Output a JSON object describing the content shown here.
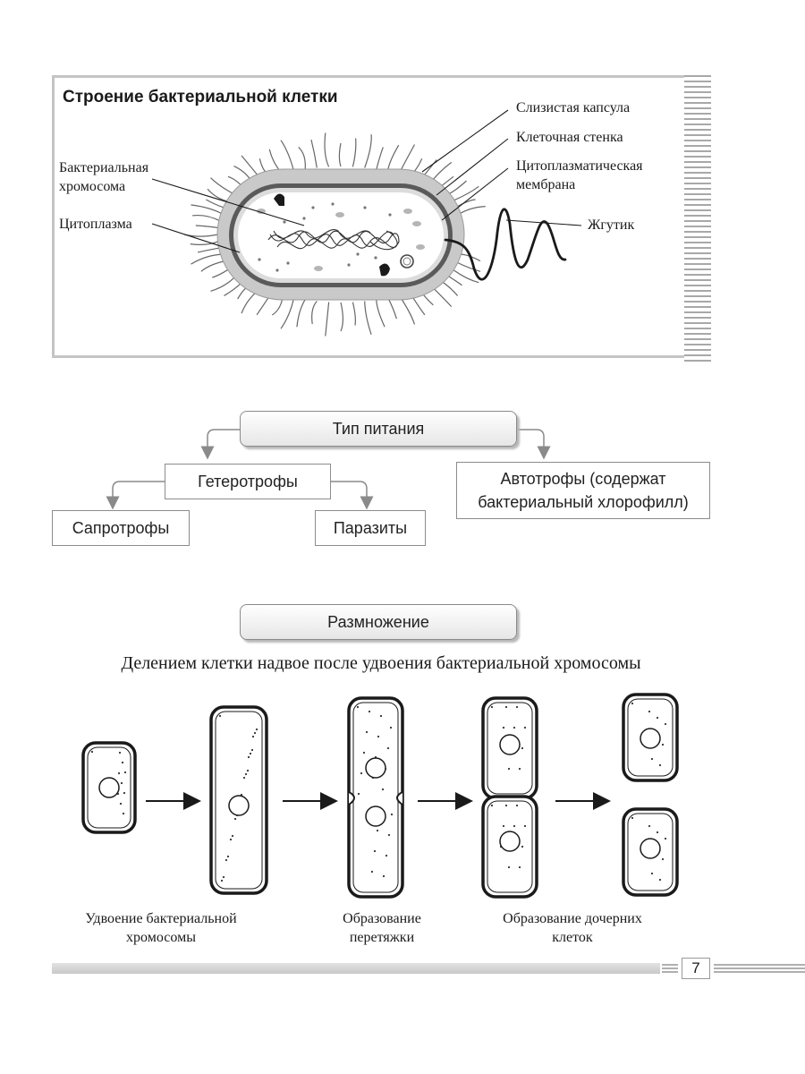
{
  "structure": {
    "title": "Строение бактериальной клетки",
    "labels": {
      "capsule": "Слизистая капсула",
      "cell_wall": "Клеточная стенка",
      "membrane_line1": "Цитоплазматическая",
      "membrane_line2": "мембрана",
      "flagellum": "Жгутик",
      "chromosome_line1": "Бактериальная",
      "chromosome_line2": "хромосома",
      "cytoplasm": "Цитоплазма"
    }
  },
  "nutrition": {
    "root": "Тип питания",
    "heterotrophs": "Гетеротрофы",
    "autotrophs_line1": "Автотрофы (содержат",
    "autotrophs_line2": "бактериальный хлорофилл)",
    "saprotrophs": "Сапротрофы",
    "parasites": "Паразиты"
  },
  "reproduction": {
    "title": "Размножение",
    "sentence": "Делением клетки надвое после удвоения бактериальной хромосомы",
    "captions": {
      "doubling_line1": "Удвоение бактериальной",
      "doubling_line2": "хромосомы",
      "constriction_line1": "Образование",
      "constriction_line2": "перетяжки",
      "daughter_line1": "Образование дочерних",
      "daughter_line2": "клеток"
    }
  },
  "footer": {
    "page_number": "7"
  }
}
